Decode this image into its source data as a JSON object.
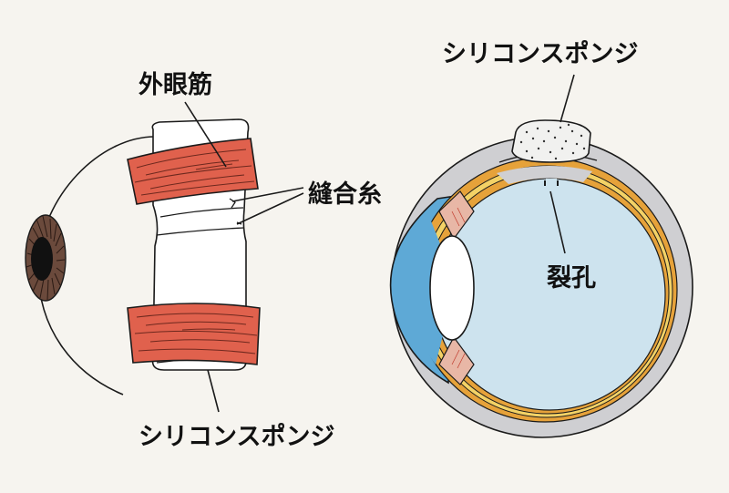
{
  "labels": {
    "extraocular_muscle": "外眼筋",
    "suture": "縫合糸",
    "silicone_sponge_left": "シリコンスポンジ",
    "silicone_sponge_right": "シリコンスポンジ",
    "retinal_hole": "裂孔"
  },
  "colors": {
    "background": "#f6f4ef",
    "outline": "#1a1a1a",
    "muscle": "#e0614d",
    "muscle_stripes": "#5a1f16",
    "iris": "#6b4a3c",
    "pupil": "#111111",
    "sclera_gray": "#cfcfd2",
    "choroid_orange": "#e6a23a",
    "retina_yellow": "#f3d266",
    "vitreous_blue": "#cde3ee",
    "cornea_blue": "#5ea9d6",
    "lens_white": "#ffffff",
    "sponge": "#f1f1ef"
  }
}
